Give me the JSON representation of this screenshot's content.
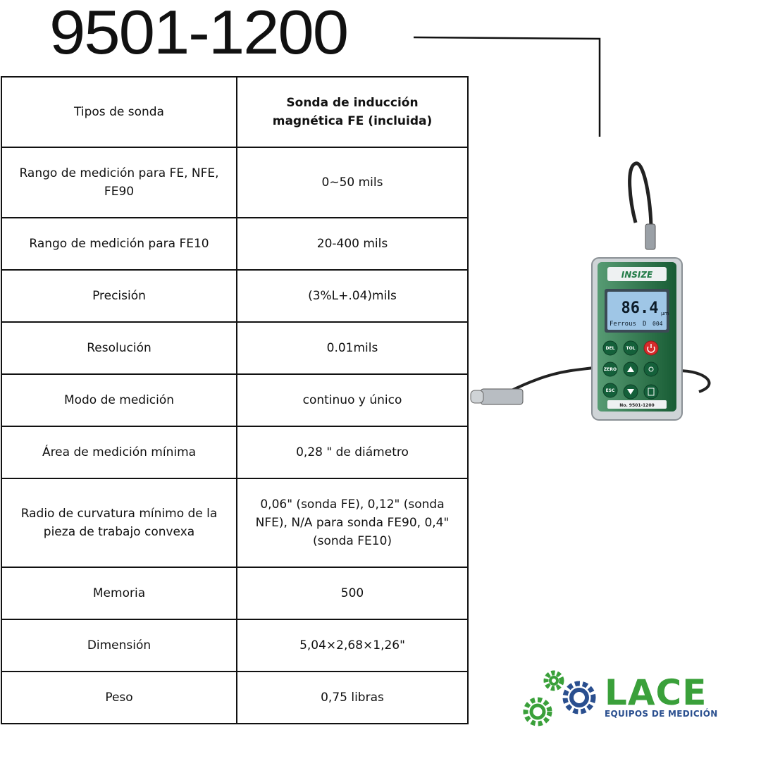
{
  "title": "9501-1200",
  "specs": [
    {
      "label": "Tipos de sonda",
      "value": "Sonda de inducción magnética FE (incluida)",
      "bold": true,
      "height": 100
    },
    {
      "label": "Rango de medición para FE, NFE, FE90",
      "value": "0~50 mils",
      "bold": false,
      "height": 100
    },
    {
      "label": "Rango de medición para FE10",
      "value": "20-400 mils",
      "bold": false,
      "height": 74
    },
    {
      "label": "Precisión",
      "value": "(3%L+.04)mils",
      "bold": false,
      "height": 74
    },
    {
      "label": "Resolución",
      "value": "0.01mils",
      "bold": false,
      "height": 74
    },
    {
      "label": "Modo de medición",
      "value": "continuo y único",
      "bold": false,
      "height": 74
    },
    {
      "label": "Área de medición mínima",
      "value": "0,28 \" de diámetro",
      "bold": false,
      "height": 74
    },
    {
      "label": "Radio de curvatura mínimo de la pieza de trabajo convexa",
      "value": "0,06\" (sonda FE), 0,12\" (sonda NFE), N/A para sonda FE90, 0,4\" (sonda FE10)",
      "bold": false,
      "height": 126
    },
    {
      "label": "Memoria",
      "value": "500",
      "bold": false,
      "height": 74
    },
    {
      "label": "Dimensión",
      "value": "5,04×2,68×1,26\"",
      "bold": false,
      "height": 74
    },
    {
      "label": "Peso",
      "value": "0,75 libras",
      "bold": false,
      "height": 74
    }
  ],
  "device": {
    "brand": "INSIZE",
    "reading": "86.4",
    "unit": "μm",
    "mode": "Ferrous",
    "mode_letter": "D",
    "count": "004",
    "model_label": "No. 9501-1200",
    "buttons": [
      "DEL",
      "TOL",
      "ZERO",
      "ESC"
    ],
    "icons": [
      "power-icon",
      "up-arrow-icon",
      "backlight-icon",
      "down-arrow-icon",
      "memory-icon"
    ]
  },
  "logo": {
    "word": "LACE",
    "subtitle": "EQUIPOS DE MEDICIÓN",
    "colors": {
      "green": "#3aa03a",
      "blue": "#2a4f8f"
    }
  },
  "colors": {
    "device_green": "#1f7a45",
    "screen": "#9fc6e6",
    "power_red": "#d62b2b"
  }
}
